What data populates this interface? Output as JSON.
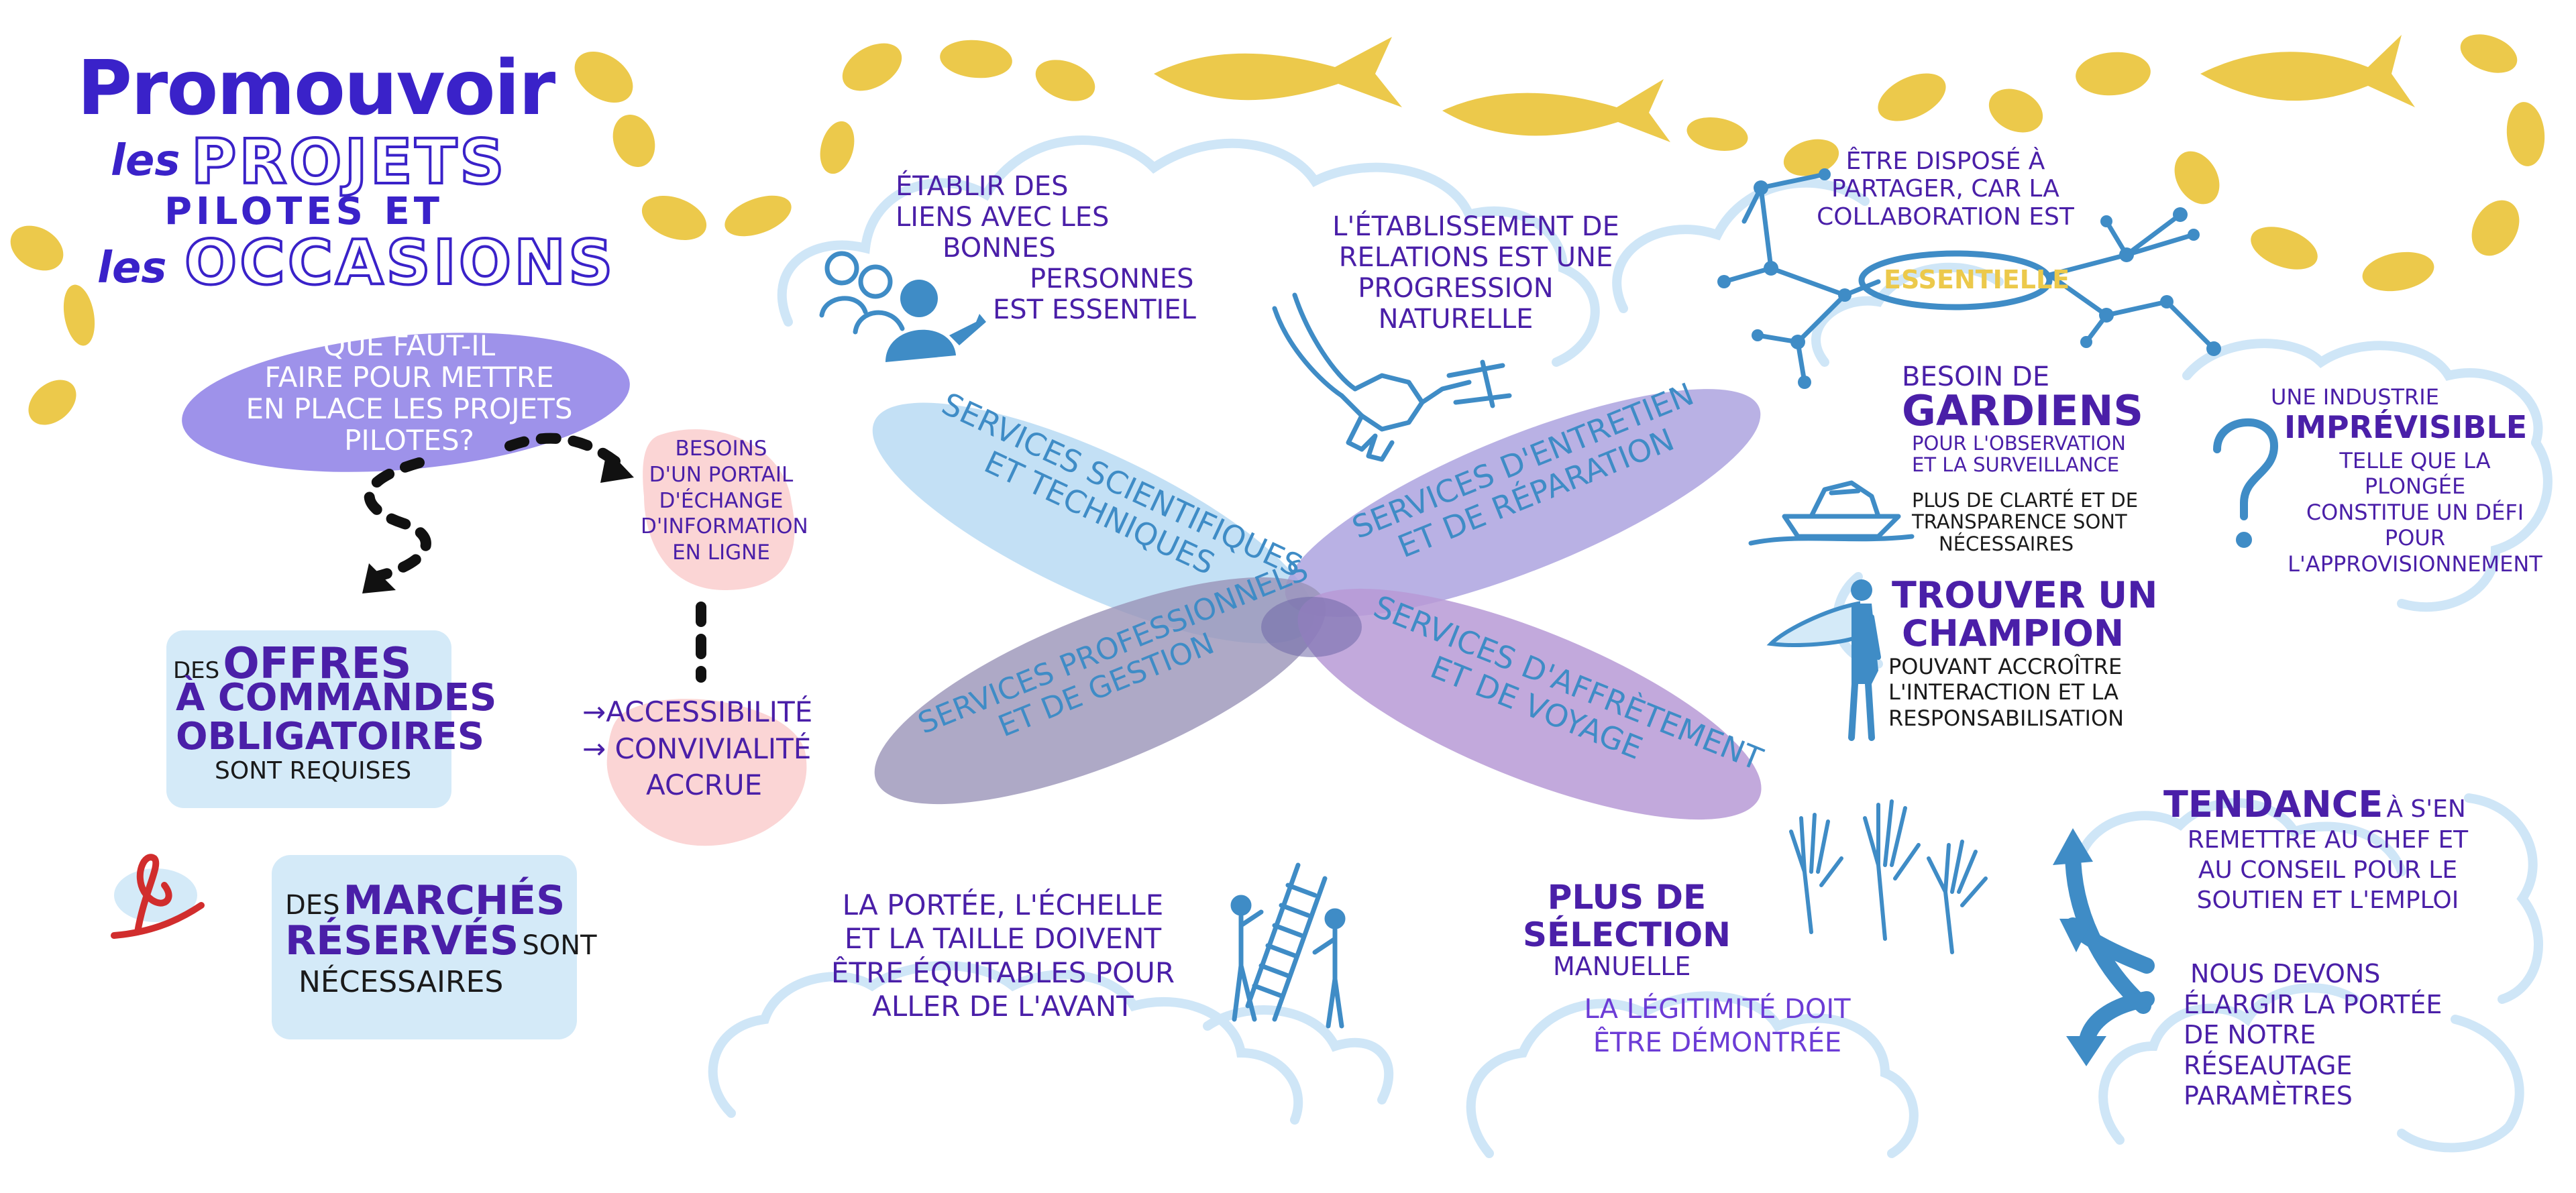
{
  "title": {
    "line1": "Promouvoir",
    "les_1": "les",
    "line2": "PROJETS",
    "line3": "PILOTES ET",
    "les_2": "les",
    "line4": "OCCASIONS"
  },
  "question": [
    "QUE FAUT-IL",
    "FAIRE POUR METTRE",
    "EN PLACE LES PROJETS",
    "PILOTES?"
  ],
  "portal_needs": [
    "BESOINS",
    "D'UN PORTAIL",
    "D'ÉCHANGE",
    "D'INFORMATION",
    "EN LIGNE"
  ],
  "accessibility": [
    "→ACCESSIBILITÉ",
    "→ CONVIVIALITÉ",
    "ACCRUE"
  ],
  "offers": {
    "des": "DES",
    "offres": "OFFRES",
    "commandes": "à COMMANDES",
    "obligatoires": "OBLIGATOIRES",
    "requises": "SONT REQUISES"
  },
  "markets": {
    "des": "DES",
    "marches": "MARCHÉS",
    "reserves": "RÉSERVÉS",
    "sont": "SONT",
    "necessaires": "NÉCESSAIRES"
  },
  "petals": {
    "scientific": [
      "SERVICES SCIENTIFIQUES",
      "ET TECHNIQUES"
    ],
    "maintenance": [
      "SERVICES D'ENTRETIEN",
      "ET DE RÉPARATION"
    ],
    "professional": [
      "SERVICES PROFESSIONNELS",
      "ET DE GESTION"
    ],
    "charter": [
      "SERVICES D'AFFRÈTEMENT",
      "ET DE VOYAGE"
    ]
  },
  "links": [
    "ÉTABLIR DES",
    "LIENS AVEC LES",
    "BONNES",
    "PERSONNES",
    "EST ESSENTIEL"
  ],
  "relations": [
    "L'ÉTABLISSEMENT DE",
    "RELATIONS EST UNE",
    "PROGRESSION",
    "NATURELLE"
  ],
  "collaboration": {
    "lines": [
      "ÊTRE DISPOSÉ À",
      "PARTAGER, CAR LA",
      "COLLABORATION EST"
    ],
    "badge": "ESSENTIELLE"
  },
  "guardians": {
    "besoin": "BESOIN DE",
    "gardiens": "GARDIENS",
    "pour": [
      "POUR L'OBSERVATION",
      "ET LA SURVEILLANCE"
    ],
    "clarte": [
      "PLUS DE CLARTÉ ET DE",
      "TRANSPARENCE SONT",
      "NÉCESSAIRES"
    ]
  },
  "industry": {
    "une": "UNE INDUSTRIE",
    "imprevisible": "IMPRÉVISIBLE",
    "rest": [
      "TELLE QUE LA",
      "PLONGÉE",
      "CONSTITUE UN DÉFI",
      "POUR",
      "L'APPROVISIONNEMENT"
    ],
    "mark": "?"
  },
  "champion": {
    "title": [
      "TROUVER UN",
      "CHAMPION"
    ],
    "rest": [
      "POUVANT ACCROÎTRE",
      "L'INTERACTION ET LA",
      "RESPONSABILISATION"
    ]
  },
  "scale": [
    "LA PORTÉE, L'ÉCHELLE",
    "ET LA TAILLE DOIVENT",
    "ÊTRE ÉQUITABLES POUR",
    "ALLER DE L'AVANT"
  ],
  "selection": {
    "title": [
      "PLUS DE",
      "SÉLECTION"
    ],
    "manuelle": "MANUELLE",
    "legitimacy": [
      "LA LÉGITIMITÉ DOIT",
      "ÊTRE DÉMONTRÉE"
    ]
  },
  "tendency": {
    "tendance": "TENDANCE",
    "rest1": "À S'EN",
    "rest": [
      "REMETTRE AU CHEF ET",
      "AU CONSEIL POUR LE",
      "SOUTIEN ET L'EMPLOI"
    ]
  },
  "network": [
    "NOUS DEVONS",
    "ÉLARGIR LA PORTÉE",
    "DE NOTRE",
    "RÉSEAUTAGE",
    "PARAMÈTRES"
  ],
  "colors": {
    "purple_text": "#4a1fa8",
    "blue_drawing": "#3f8cc6",
    "yellow": "#ecc94b",
    "cloud": "#cfe6f7",
    "petal_blue": "#b8daf3",
    "petal_violet": "#a79ddd",
    "petal_grey": "#9a93b8",
    "petal_purple": "#b79ad6",
    "pink": "#fbd5d5",
    "light_blue_box": "#d4eaf8"
  },
  "icons": [
    "fish-icon",
    "people-icon",
    "handshake-icon",
    "network-icon",
    "boat-icon",
    "question-mark-icon",
    "champion-icon",
    "ladder-icon",
    "raised-hands-icon",
    "arrow-icon",
    "signature-icon"
  ]
}
